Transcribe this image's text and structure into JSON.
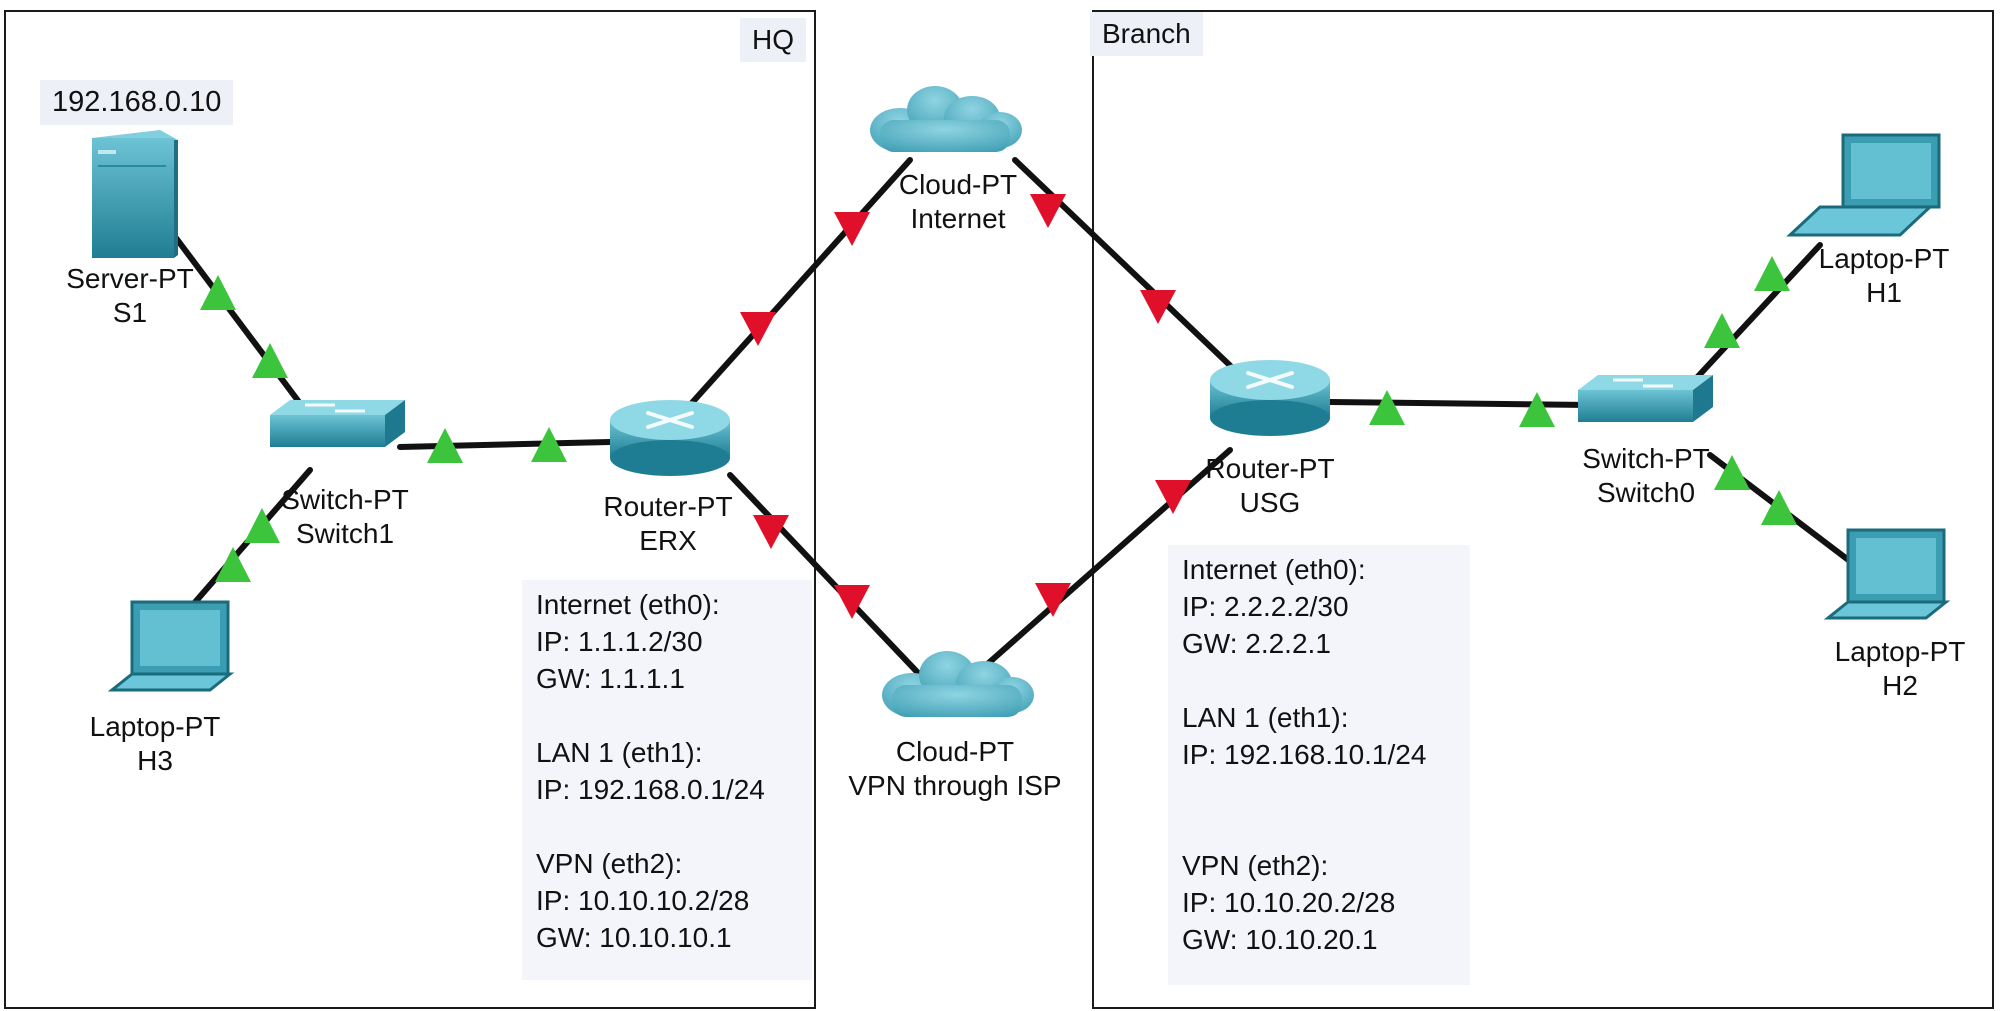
{
  "areas": {
    "hq": "HQ",
    "branch": "Branch"
  },
  "server_address": "192.168.0.10",
  "devices": {
    "server": {
      "type": "Server-PT",
      "name": "S1"
    },
    "switch1": {
      "type": "Switch-PT",
      "name": "Switch1"
    },
    "laptop_h3": {
      "type": "Laptop-PT",
      "name": "H3"
    },
    "router_erx": {
      "type": "Router-PT",
      "name": "ERX"
    },
    "cloud_internet": {
      "type": "Cloud-PT",
      "name": "Internet"
    },
    "cloud_vpn": {
      "type": "Cloud-PT",
      "name": "VPN through ISP"
    },
    "router_usg": {
      "type": "Router-PT",
      "name": "USG"
    },
    "switch0": {
      "type": "Switch-PT",
      "name": "Switch0"
    },
    "laptop_h1": {
      "type": "Laptop-PT",
      "name": "H1"
    },
    "laptop_h2": {
      "type": "Laptop-PT",
      "name": "H2"
    }
  },
  "erx_config": {
    "internet_head": "Internet (eth0):",
    "internet_ip": "IP:  1.1.1.2/30",
    "internet_gw": "GW:  1.1.1.1",
    "lan_head": "LAN 1 (eth1):",
    "lan_ip": "IP:  192.168.0.1/24",
    "vpn_head": "VPN (eth2):",
    "vpn_ip": "IP:  10.10.10.2/28",
    "vpn_gw": "GW:  10.10.10.1"
  },
  "usg_config": {
    "internet_head": "Internet (eth0):",
    "internet_ip": "IP:  2.2.2.2/30",
    "internet_gw": "GW:  2.2.2.1",
    "lan_head": "LAN 1 (eth1):",
    "lan_ip": "IP:  192.168.10.1/24",
    "vpn_head": "VPN (eth2):",
    "vpn_ip": "IP:  10.10.20.2/28",
    "vpn_gw": "GW:  10.10.20.1"
  },
  "colors": {
    "link_up": "#3cc43c",
    "link_down": "#e0102a",
    "device": "#3a9db2"
  }
}
